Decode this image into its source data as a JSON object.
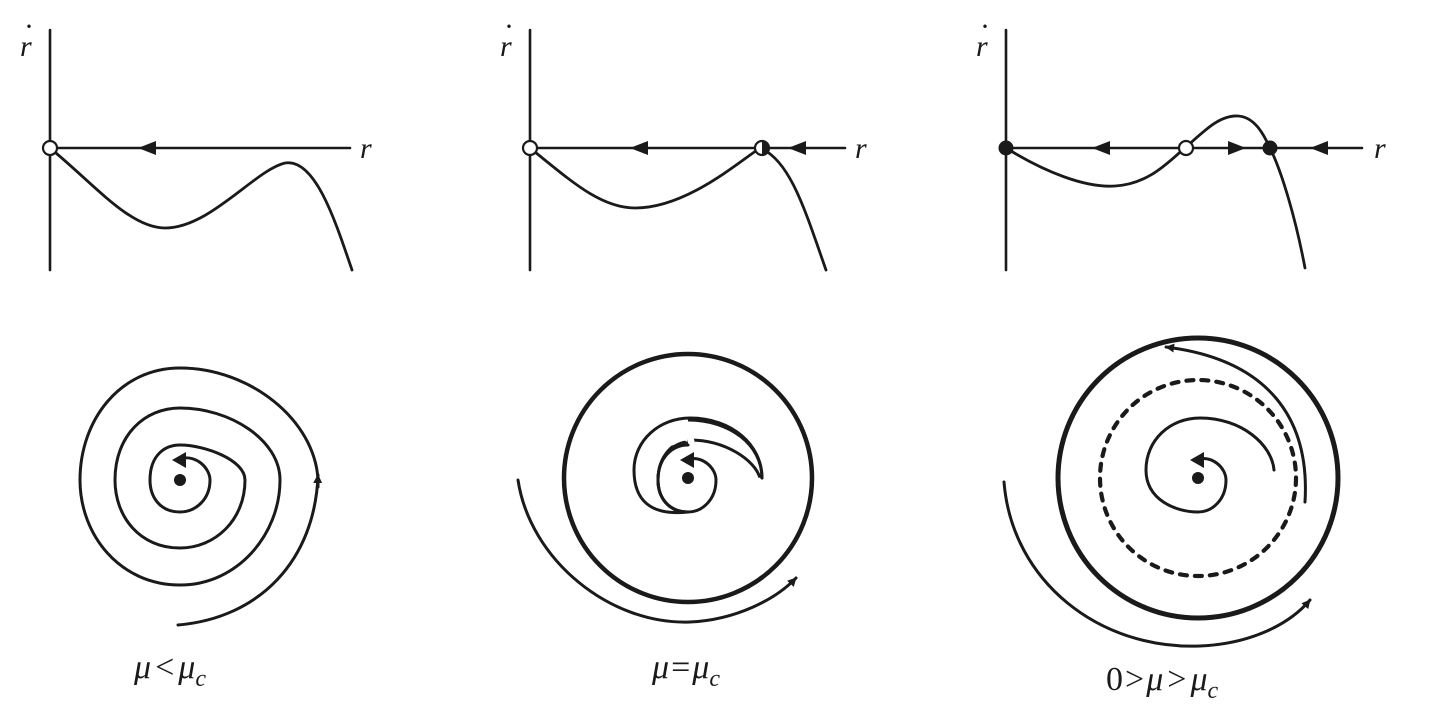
{
  "axes": {
    "y_label": "r",
    "y_dot": "·",
    "x_label": "r"
  },
  "captions": [
    {
      "parts": [
        "μ",
        "<",
        "μ",
        "c"
      ]
    },
    {
      "parts": [
        "μ",
        "=",
        "μ",
        "c"
      ]
    },
    {
      "parts": [
        "0",
        ">",
        "μ",
        ">",
        "μ",
        "c"
      ]
    }
  ],
  "colors": {
    "ink": "#1a1a1a",
    "background": "#ffffff"
  }
}
